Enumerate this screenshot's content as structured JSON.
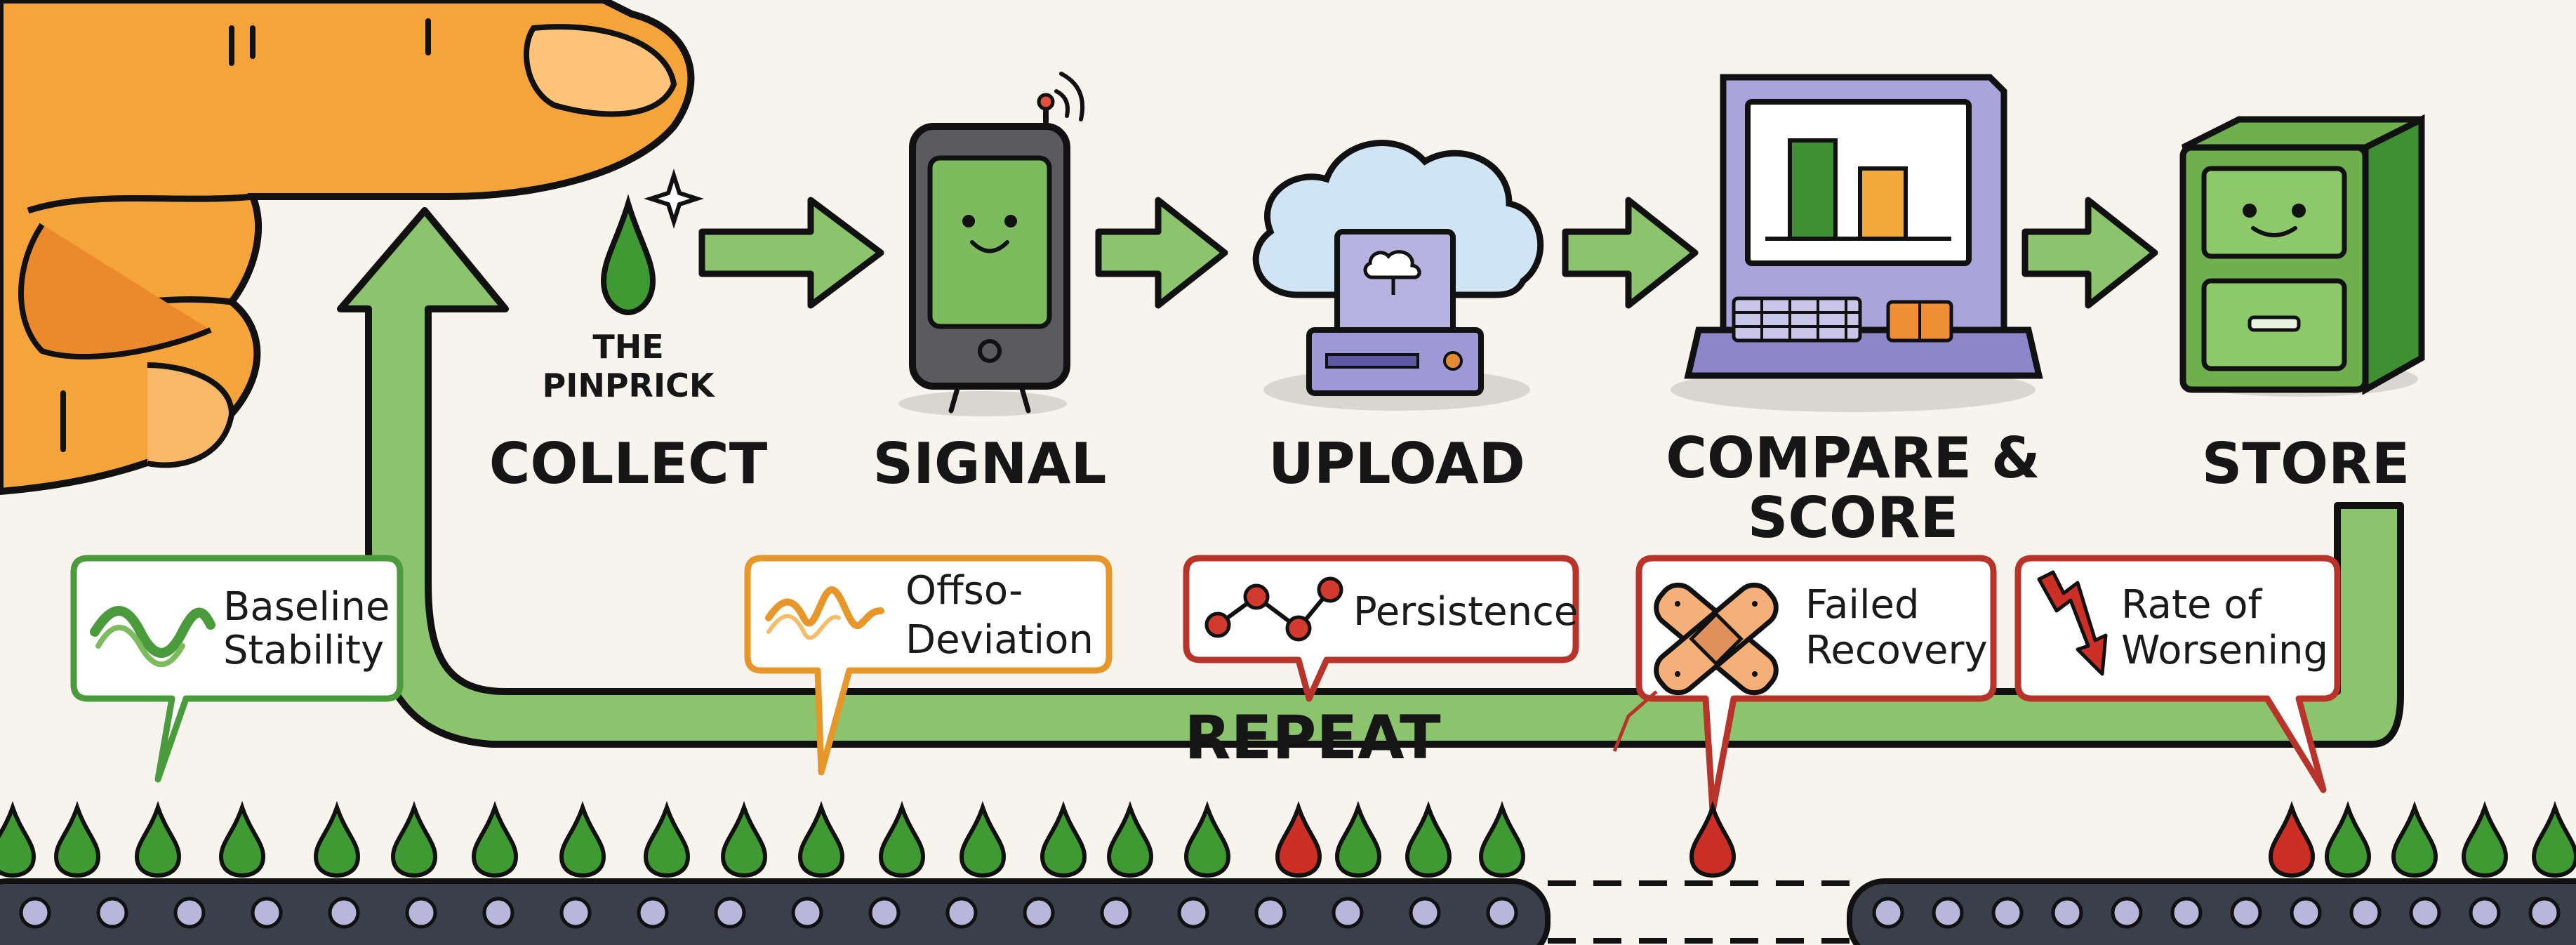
{
  "steps": [
    {
      "sub_label": "THE",
      "sub_label_2": "PINPRICK",
      "label": "COLLECT",
      "icon": "blood-drop-icon"
    },
    {
      "label": "SIGNAL",
      "icon": "phone-icon"
    },
    {
      "label": "UPLOAD",
      "icon": "cloud-upload-icon"
    },
    {
      "label": "COMPARE &",
      "label_2": "SCORE",
      "icon": "computer-icon"
    },
    {
      "label": "STORE",
      "icon": "cabinet-icon"
    }
  ],
  "bubbles": [
    {
      "line1": "Baseline",
      "line2": "Stability",
      "icon": "wave-icon",
      "color": "#4a9b3b"
    },
    {
      "line1": "Offso-",
      "line2": "Deviation",
      "icon": "deviation-wave-icon",
      "color": "#e7962a"
    },
    {
      "line1": "Persistence",
      "line2": "",
      "icon": "connected-dots-icon",
      "color": "#b8342b"
    },
    {
      "line1": "Failed",
      "line2": "Recovery",
      "icon": "bandage-icon",
      "color": "#b8342b"
    },
    {
      "line1": "Rate of",
      "line2": "Worsening",
      "icon": "down-trend-arrow-icon",
      "color": "#b8342b"
    }
  ],
  "repeat_label": "REPEAT",
  "colors": {
    "green": "#3f9a33",
    "arrow_green": "#8cc46d",
    "red": "#cc2f25",
    "orange": "#e7962a",
    "purple": "#8b84c8",
    "belt": "#3b3f4b"
  }
}
